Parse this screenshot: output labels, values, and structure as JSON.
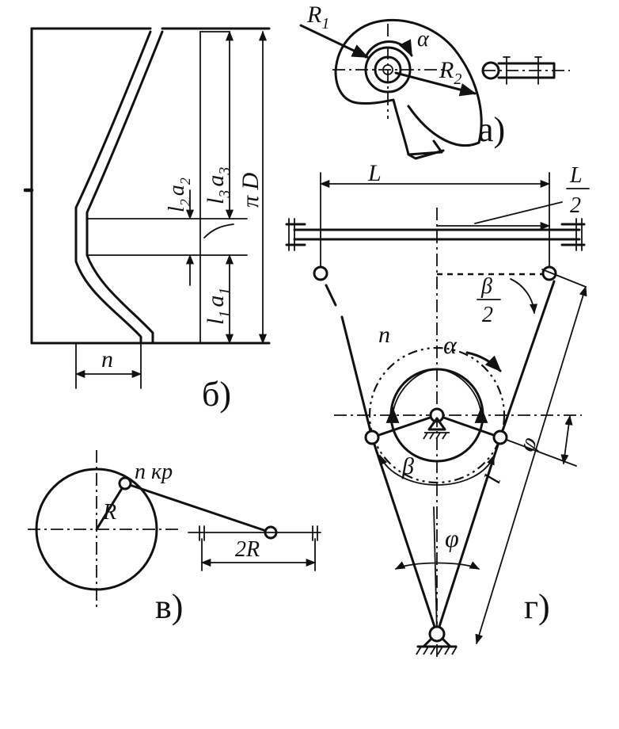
{
  "panels": {
    "a": {
      "caption": "а)",
      "labels": {
        "r1": "R",
        "r1_sub": "1",
        "r2": "R",
        "r2_sub": "2",
        "alpha": "α"
      }
    },
    "b": {
      "caption": "б)",
      "labels": {
        "l3a3": "l",
        "l3a3_sub": "3",
        "l3a3_a": "a",
        "l3a3_asub": "3",
        "piD": "π D",
        "l2a2": "l",
        "l2a2_sub": "2",
        "l2a2_a": "a",
        "l2a2_asub": "2",
        "l1a1": "l",
        "l1a1_sub": "1",
        "l1a1_a": "a",
        "l1a1_asub": "1",
        "n": "n"
      }
    },
    "v": {
      "caption": "в)",
      "labels": {
        "nkr": "n кр",
        "R": "R",
        "twoR": "2R"
      }
    },
    "g": {
      "caption": "г)",
      "labels": {
        "L": "L",
        "L2_num": "L",
        "L2_den": "2",
        "beta2_num": "β",
        "beta2_den": "2",
        "n": "n",
        "alpha": "α",
        "beta": "β",
        "phi_side": "φ",
        "l": "l",
        "phi_bottom": "φ"
      }
    }
  }
}
